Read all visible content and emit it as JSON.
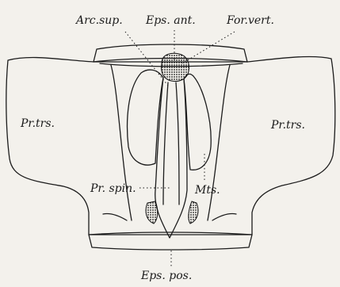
{
  "labels": {
    "arc_sup": "Arc.sup.",
    "eps_ant": "Eps. ant.",
    "for_vert": "For.vert.",
    "pr_trs_left": "Pr.trs.",
    "pr_trs_right": "Pr.trs.",
    "pr_spin": "Pr. spin.",
    "mts": "Mts.",
    "eps_pos": "Eps. pos."
  }
}
